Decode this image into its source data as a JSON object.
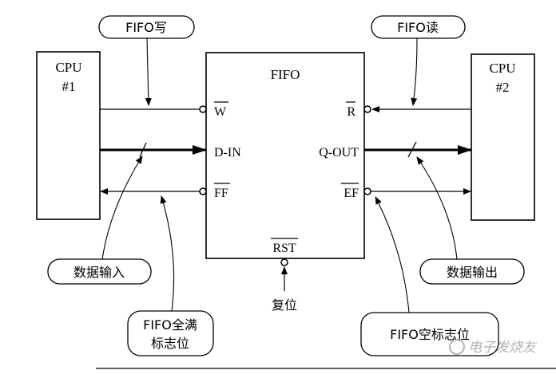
{
  "blocks": {
    "cpu1": {
      "line1": "CPU",
      "line2": "#1"
    },
    "cpu2": {
      "line1": "CPU",
      "line2": "#2"
    },
    "fifo": {
      "title": "FIFO",
      "pin_w": "W",
      "pin_din": "D-IN",
      "pin_ff": "FF",
      "pin_r": "R",
      "pin_qout": "Q-OUT",
      "pin_ef": "EF",
      "pin_rst": "RST"
    }
  },
  "callouts": {
    "fifo_write": "FIFO写",
    "fifo_read": "FIFO读",
    "data_in": "数据输入",
    "data_out": "数据输出",
    "full_flag_line1": "FIFO全满",
    "full_flag_line2": "标志位",
    "empty_flag": "FIFO空标志位"
  },
  "labels": {
    "reset": "复位"
  },
  "watermark": "电子发烧友"
}
